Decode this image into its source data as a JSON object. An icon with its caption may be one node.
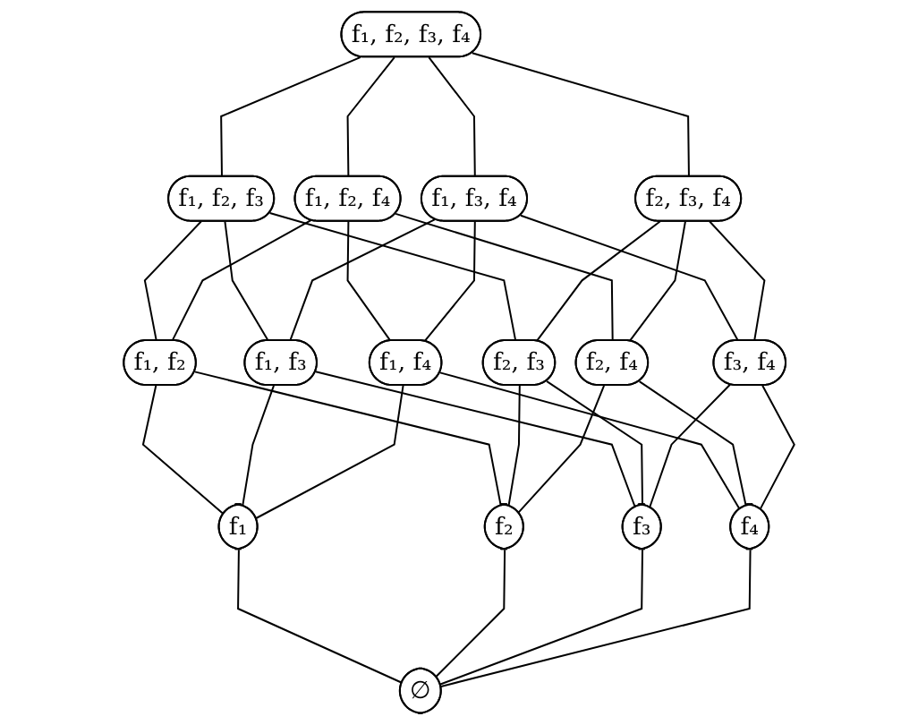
{
  "diagram": {
    "nodes": [
      {
        "text": [
          "f₁, f₂, f₃, f₄"
        ]
      },
      {
        "text": [
          "f₁, f₂, f₃"
        ]
      },
      {
        "text": [
          "f₁, f₂, f₄"
        ]
      },
      {
        "text": [
          "f₁, f₃, f₄"
        ]
      },
      {
        "text": [
          "f₂, f₃, f₄"
        ]
      },
      {
        "text": [
          "f₁, f₂"
        ]
      },
      {
        "text": [
          "f₁, f₃"
        ]
      },
      {
        "text": [
          "f₁, f₄"
        ]
      },
      {
        "text": [
          "f₂, f₃"
        ]
      },
      {
        "text": [
          "f₂, f₄"
        ]
      },
      {
        "text": [
          "f₃, f₄"
        ]
      },
      {
        "text": [
          "f₁"
        ]
      },
      {
        "text": [
          "f₂"
        ]
      },
      {
        "text": [
          "f₃"
        ]
      },
      {
        "text": [
          "f₄"
        ]
      },
      {
        "text": [
          "∅"
        ]
      }
    ],
    "edges": [
      {
        "from": 0,
        "to": 1,
        "arrow": "none"
      },
      {
        "from": 0,
        "to": 2,
        "arrow": "none"
      },
      {
        "from": 0,
        "to": 3,
        "arrow": "none"
      },
      {
        "from": 0,
        "to": 4,
        "arrow": "none"
      },
      {
        "from": 1,
        "to": 5,
        "arrow": "none"
      },
      {
        "from": 1,
        "to": 6,
        "arrow": "none"
      },
      {
        "from": 1,
        "to": 8,
        "arrow": "none"
      },
      {
        "from": 2,
        "to": 5,
        "arrow": "none"
      },
      {
        "from": 2,
        "to": 7,
        "arrow": "none"
      },
      {
        "from": 2,
        "to": 9,
        "arrow": "none"
      },
      {
        "from": 3,
        "to": 6,
        "arrow": "none"
      },
      {
        "from": 3,
        "to": 7,
        "arrow": "none"
      },
      {
        "from": 3,
        "to": 10,
        "arrow": "none"
      },
      {
        "from": 4,
        "to": 8,
        "arrow": "none"
      },
      {
        "from": 4,
        "to": 9,
        "arrow": "none"
      },
      {
        "from": 4,
        "to": 10,
        "arrow": "none"
      },
      {
        "from": 5,
        "to": 11,
        "arrow": "none"
      },
      {
        "from": 5,
        "to": 12,
        "arrow": "none"
      },
      {
        "from": 6,
        "to": 11,
        "arrow": "none"
      },
      {
        "from": 6,
        "to": 13,
        "arrow": "none"
      },
      {
        "from": 7,
        "to": 11,
        "arrow": "none"
      },
      {
        "from": 7,
        "to": 14,
        "arrow": "none"
      },
      {
        "from": 8,
        "to": 12,
        "arrow": "none"
      },
      {
        "from": 8,
        "to": 13,
        "arrow": "none"
      },
      {
        "from": 9,
        "to": 12,
        "arrow": "none"
      },
      {
        "from": 9,
        "to": 14,
        "arrow": "none"
      },
      {
        "from": 10,
        "to": 13,
        "arrow": "none"
      },
      {
        "from": 10,
        "to": 14,
        "arrow": "none"
      },
      {
        "from": 11,
        "to": 15,
        "arrow": "none"
      },
      {
        "from": 12,
        "to": 15,
        "arrow": "none"
      },
      {
        "from": 13,
        "to": 15,
        "arrow": "none"
      },
      {
        "from": 14,
        "to": 15,
        "arrow": "none"
      }
    ]
  }
}
